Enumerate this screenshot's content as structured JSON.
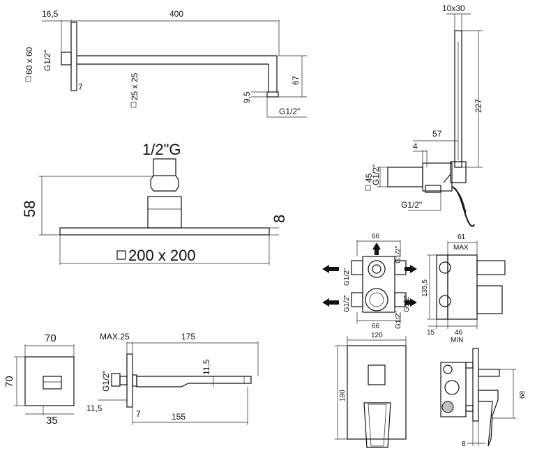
{
  "arm": {
    "d_16_5": "16,5",
    "d_400": "400",
    "d_60x60": "60 x 60",
    "d_g12_left": "G1/2\"",
    "d_7": "7",
    "d_25x25": "25 x 25",
    "d_9_5": "9,5",
    "d_67": "67",
    "d_g12_bottom": "G1/2\""
  },
  "hand": {
    "d_10x30": "10x30",
    "d_227": "227",
    "d_57": "57",
    "d_4": "4",
    "d_45": "45",
    "d_g12_a": "G1/2\"",
    "d_g12_b": "G1/2\""
  },
  "head": {
    "d_12g": "1/2\"G",
    "d_58": "58",
    "d_8": "8",
    "d_200": "200 x 200"
  },
  "valve": {
    "d_66_top": "66",
    "d_g12_1": "G1/2\"",
    "d_g12_2": "G1/2\"",
    "d_g12_3": "G1/2\"",
    "d_g12_4": "G1/2\"",
    "d_g12_5": "G1/2\"",
    "d_66_bottom": "66",
    "d_61": "61",
    "d_max": "MAX",
    "d_135_5": "135,5",
    "d_15": "15",
    "d_46": "46",
    "d_min": "MIN"
  },
  "spout": {
    "d_70w": "70",
    "d_70h": "70",
    "d_35": "35",
    "d_max25": "MAX.25",
    "d_175": "175",
    "d_g12": "G1/2\"",
    "d_11_5a": "11,5",
    "d_11_5b": "11,5",
    "d_7": "7",
    "d_155": "155"
  },
  "plate": {
    "d_120": "120",
    "d_190": "190",
    "d_68": "68",
    "d_8": "8"
  }
}
